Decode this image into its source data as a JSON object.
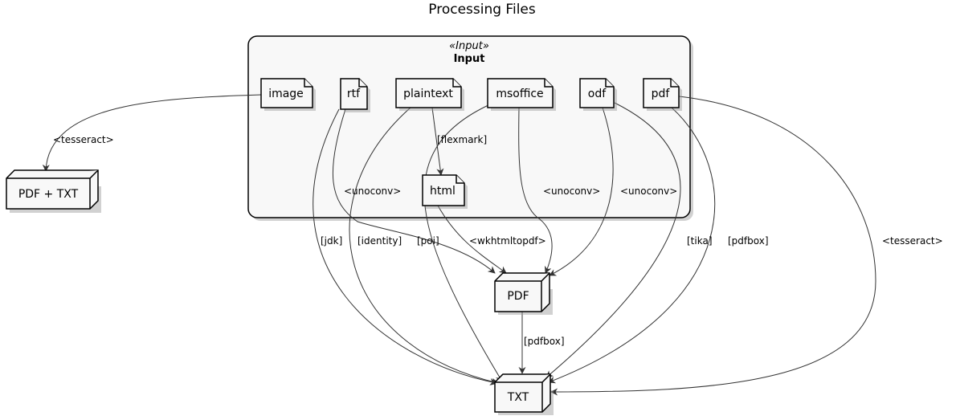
{
  "diagram": {
    "title": "Processing Files",
    "package": {
      "stereotype": "«Input»",
      "name": "Input"
    },
    "artifacts": {
      "image": "image",
      "rtf": "rtf",
      "plaintext": "plaintext",
      "msoffice": "msoffice",
      "odf": "odf",
      "pdf": "pdf",
      "html": "html"
    },
    "nodes": {
      "pdftxt": "PDF + TXT",
      "pdfout": "PDF",
      "txt": "TXT"
    },
    "edge_labels": {
      "image_tesseract": "<tesseract>",
      "plaintext_flexmark": "[flexmark]",
      "rtf_unoconv": "<unoconv>",
      "msoffice_unoconv": "<unoconv>",
      "odf_unoconv": "<unoconv>",
      "rtf_jdk": "[jdk]",
      "plaintext_identity": "[identity]",
      "msoffice_poi": "[poi]",
      "html_wkhtmltopdf": "<wkhtmltopdf>",
      "odf_tika": "[tika]",
      "pdf_pdfbox": "[pdfbox]",
      "pdf_tesseract": "<tesseract>",
      "pdfout_pdfbox": "[pdfbox]"
    }
  }
}
